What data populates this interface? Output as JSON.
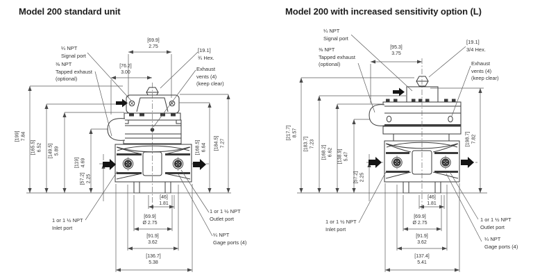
{
  "colors": {
    "line": "#3a3a3a",
    "dim_line": "#5a5a5a",
    "text": "#333333",
    "arrow": "#141414"
  },
  "panels": {
    "left": {
      "title": "Model 200 standard unit",
      "callouts": {
        "signal": [
          "¼ NPT",
          "Signal port"
        ],
        "tapped_exhaust": [
          "⅜ NPT",
          "Tapped exhaust",
          "(optional)"
        ],
        "hex": [
          "[19.1]",
          "¾ Hex."
        ],
        "vents": [
          "Exhaust",
          "vents (4)",
          "(keep clear)"
        ],
        "inlet": [
          "1 or 1 ½ NPT",
          "Inlet port"
        ],
        "outlet": [
          "1 or 1 ½ NPT",
          "Outlet port"
        ],
        "gage": [
          "¼ NPT",
          "Gage ports (4)"
        ]
      },
      "dims": {
        "width_signal_ports": [
          "[69.9]",
          "2.75"
        ],
        "exhaust_to_center": [
          "[76.2]",
          "3.00"
        ],
        "height_overall": [
          "[199]",
          "7.84"
        ],
        "height_signal_port": [
          "[165.5]",
          "6.52"
        ],
        "height_flange": [
          "[149.5]",
          "5.89"
        ],
        "height_vent": [
          "[119]",
          "4.69"
        ],
        "height_port_center": [
          "[57.2]",
          "2.25"
        ],
        "height_right_inner": [
          "[168.5]",
          "6.64"
        ],
        "height_right_outer": [
          "[184.5]",
          "7.27"
        ],
        "bottom_port_offset": [
          "[46]",
          "1.81"
        ],
        "bottom_diameter": [
          "[69.9]",
          "Ø 2.75"
        ],
        "bottom_gage_span": [
          "[91.9]",
          "3.62"
        ],
        "bottom_overall": [
          "[136.7]",
          "5.38"
        ]
      }
    },
    "right": {
      "title": "Model 200 with increased sensitivity option (L)",
      "callouts": {
        "signal": [
          "¼ NPT",
          "Signal port"
        ],
        "tapped_exhaust": [
          "⅜ NPT",
          "Tapped exhaust",
          "(optional)"
        ],
        "hex": [
          "[19.1]",
          "3/4 Hex."
        ],
        "vents": [
          "Exhaust",
          "vents (4)",
          "(keep clear)"
        ],
        "inlet": [
          "1 or 1 ½ NPT",
          "Inlet port"
        ],
        "outlet": [
          "1 or 1 ½ NPT",
          "Outlet port"
        ],
        "gage": [
          "¼ NPT",
          "Gage ports (4)"
        ]
      },
      "dims": {
        "exhaust_to_center": [
          "[95.3]",
          "3.75"
        ],
        "height_overall": [
          "[217.7]",
          "8.57"
        ],
        "height_signal_port": [
          "[183.7]",
          "7.23"
        ],
        "height_flange": [
          "[168.2]",
          "6.62"
        ],
        "height_vent": [
          "[138.9]",
          "5.47"
        ],
        "height_port_center": [
          "[57.2]",
          "2.25"
        ],
        "height_right_outer": [
          "[198.7]",
          "7.82"
        ],
        "bottom_port_offset": [
          "[46]",
          "1.81"
        ],
        "bottom_diameter": [
          "[69.9]",
          "Ø 2.75"
        ],
        "bottom_gage_span": [
          "[91.9]",
          "3.62"
        ],
        "bottom_overall": [
          "[137.4]",
          "5.41"
        ]
      }
    }
  }
}
